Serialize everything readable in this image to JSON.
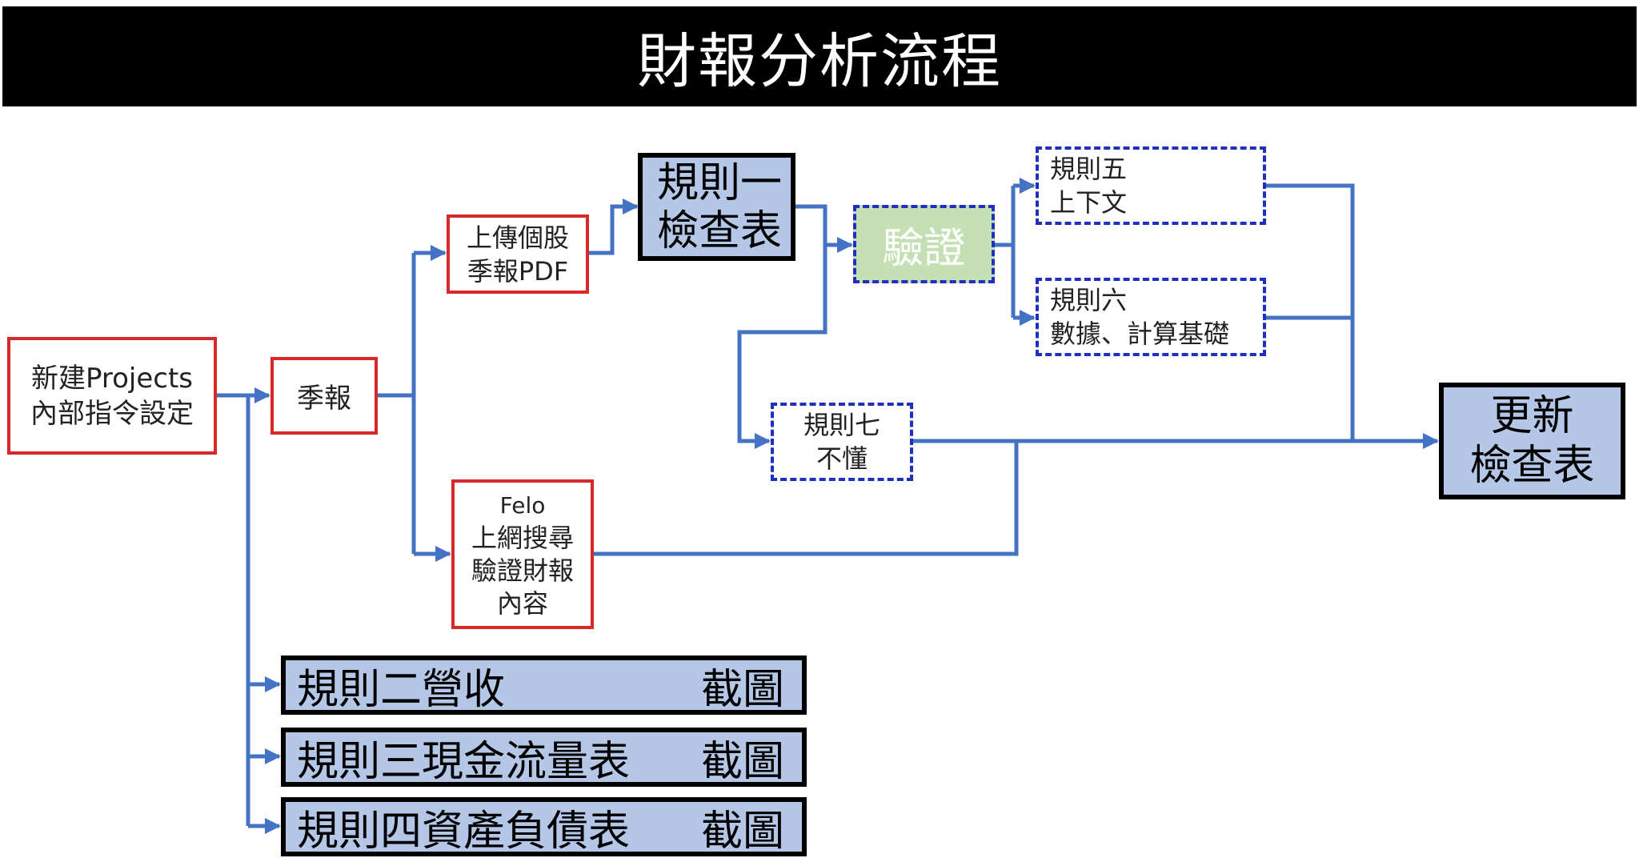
{
  "title": "財報分析流程",
  "nodes": {
    "new_project": [
      "新建Projects",
      "內部指令設定"
    ],
    "quarterly": [
      "季報"
    ],
    "upload_pdf": [
      "上傳個股",
      "季報PDF"
    ],
    "felo": [
      "Felo",
      "上網搜尋",
      "驗證財報",
      "內容"
    ],
    "rule1": [
      "規則一",
      "檢查表"
    ],
    "verify": [
      "驗證"
    ],
    "rule5": [
      "規則五",
      "上下文"
    ],
    "rule6": [
      "規則六",
      "數據、計算基礎"
    ],
    "rule7": [
      "規則七",
      "不懂"
    ],
    "update": [
      "更新",
      "檢查表"
    ],
    "rule2": {
      "label": "規則二營收",
      "tag": "截圖"
    },
    "rule3": {
      "label": "規則三現金流量表",
      "tag": "截圖"
    },
    "rule4": {
      "label": "規則四資產負債表",
      "tag": "截圖"
    }
  },
  "colors": {
    "line": "#4472c4",
    "red_border": "#d62a2a",
    "dashed_border": "#1f2fbf",
    "blue_fill": "#b4c7e7",
    "green_fill": "#c5e0b4",
    "title_bg": "#000000"
  }
}
